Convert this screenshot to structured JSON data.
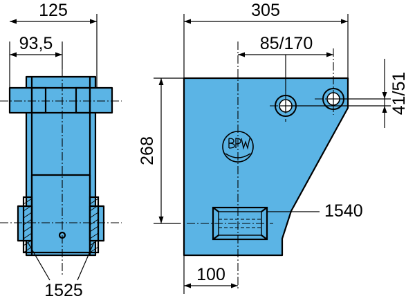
{
  "figure": {
    "labels": {
      "width_left": "125",
      "offset_left": "93,5",
      "width_right": "305",
      "hole_spacing": "85/170",
      "hole_offset": "41/51",
      "height": "268",
      "bottom_offset": "100",
      "part_bushing_right": "1540",
      "part_bushings_left": "1525"
    },
    "colors": {
      "part_fill": "#5bb4e5",
      "line": "#000000"
    },
    "logo": "bpw-logo"
  }
}
